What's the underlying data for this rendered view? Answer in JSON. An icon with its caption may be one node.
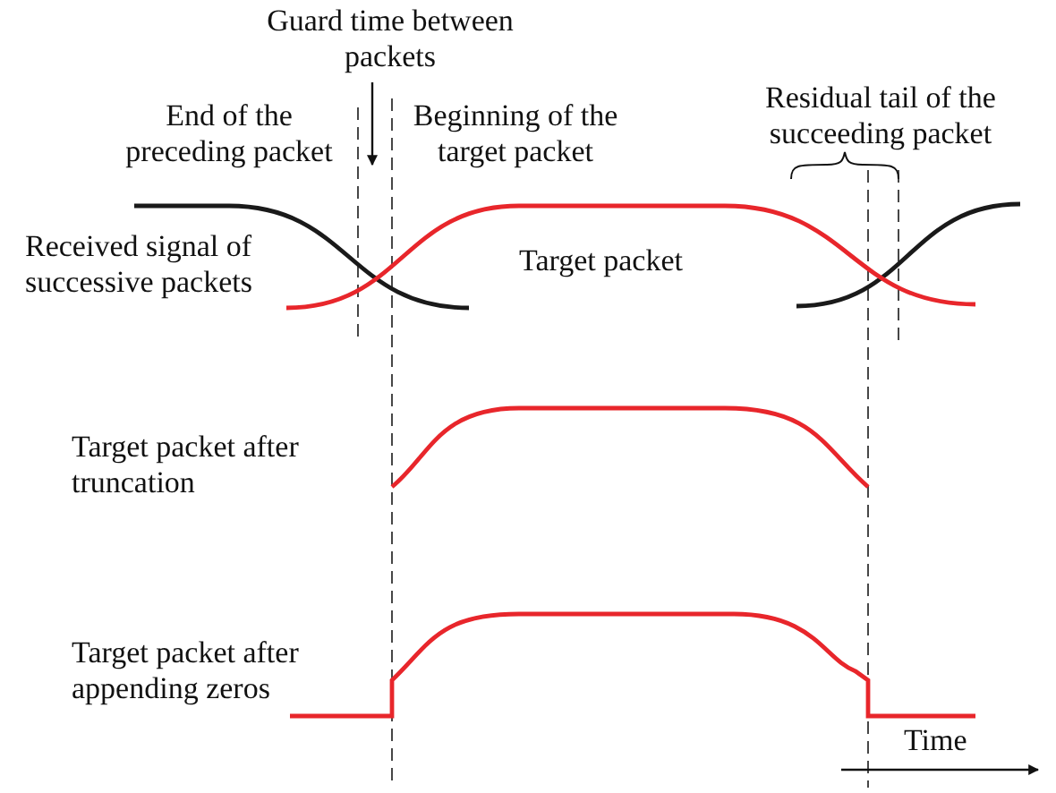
{
  "diagram": {
    "labels": [
      "Guard time between packets",
      "End of the preceding packet",
      "Beginning of the target packet",
      "Residual tail of the succeeding packet",
      "Received signal of successive packets",
      "Target packet",
      "Target packet after truncation",
      "Target packet after appending zeros",
      "Time"
    ]
  }
}
